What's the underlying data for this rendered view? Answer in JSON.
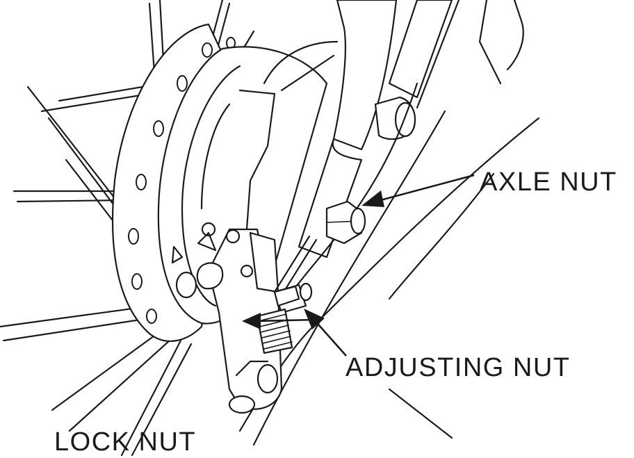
{
  "labels": {
    "axle_nut": "AXLE NUT",
    "adjusting_nut": "ADJUSTING NUT",
    "lock_nut": "LOCK NUT"
  },
  "colors": {
    "ink": "#1a1a1a",
    "background": "#ffffff"
  }
}
